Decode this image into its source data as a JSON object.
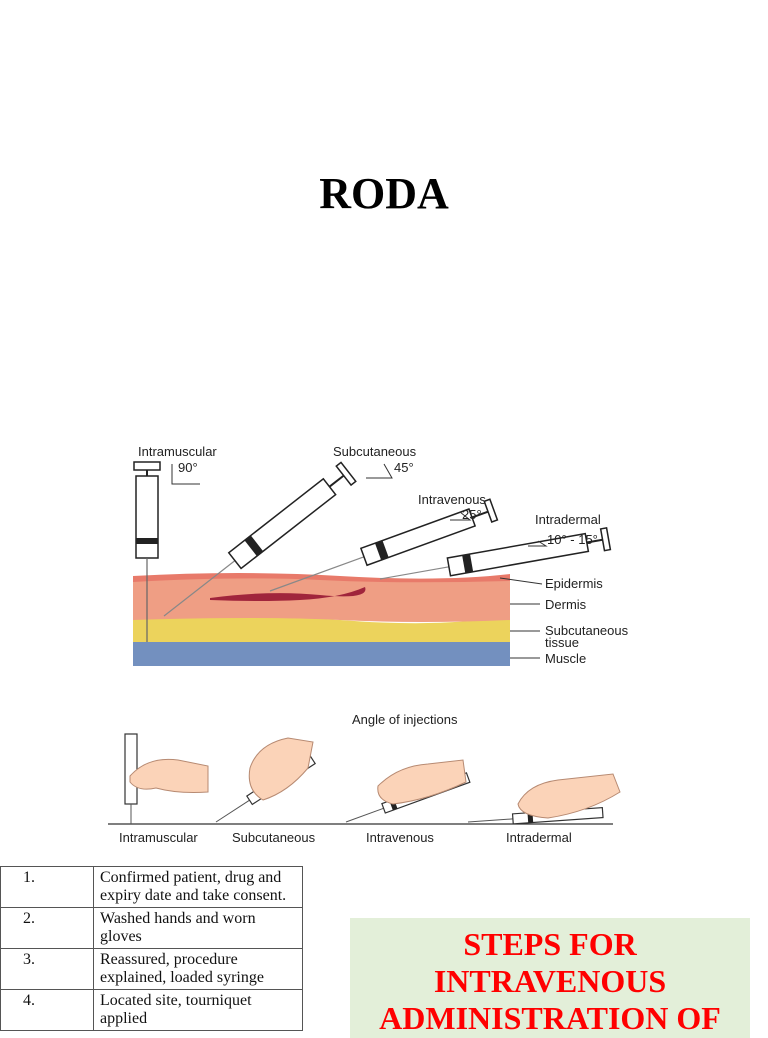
{
  "title": "RODA",
  "figure_top": {
    "labels": {
      "intramuscular": "Intramuscular",
      "intramuscular_angle": "90°",
      "subcutaneous": "Subcutaneous",
      "subcutaneous_angle": "45°",
      "intravenous": "Intravenous",
      "intravenous_angle": "25°",
      "intradermal": "Intradermal",
      "intradermal_angle": "10° - 15°",
      "epidermis": "Epidermis",
      "dermis": "Dermis",
      "subcutaneous_tissue_1": "Subcutaneous",
      "subcutaneous_tissue_2": "tissue",
      "muscle": "Muscle"
    },
    "colors": {
      "epidermis": "#f2a58c",
      "dermis": "#ef9e84",
      "subcutaneous": "#ecd35c",
      "muscle": "#7390bf",
      "vein": "#a0253c"
    }
  },
  "figure_bottom": {
    "title": "Angle of injections",
    "labels": [
      "Intramuscular",
      "Subcutaneous",
      "Intravenous",
      "Intradermal"
    ]
  },
  "steps_table": [
    {
      "num": "1.",
      "text": "Confirmed patient, drug and expiry date and take consent."
    },
    {
      "num": "2.",
      "text": "Washed hands and worn gloves"
    },
    {
      "num": "3.",
      "text": "Reassured, procedure explained, loaded syringe"
    },
    {
      "num": "4.",
      "text": "Located site, tourniquet applied"
    }
  ],
  "callout": {
    "line1": "STEPS FOR",
    "line2": "INTRAVENOUS",
    "line3": "ADMINISTRATION OF"
  }
}
